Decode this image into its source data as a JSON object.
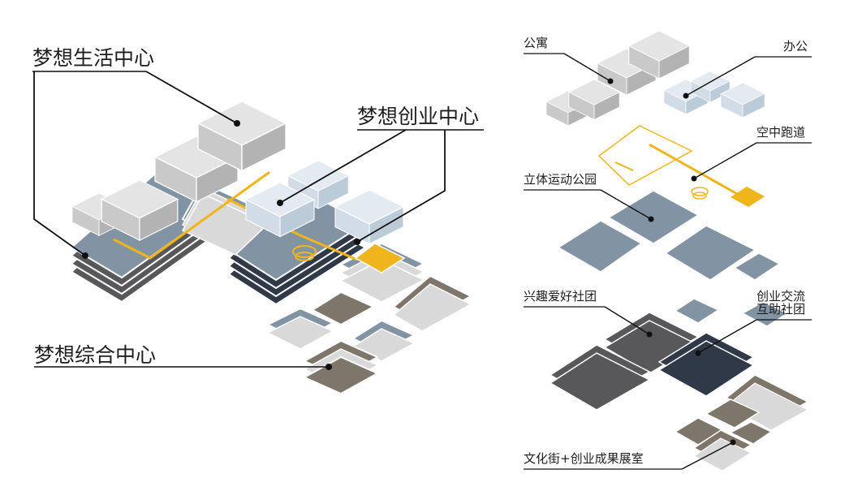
{
  "labels": {
    "dream_life_center": "梦想生活中心",
    "dream_startup_center": "梦想创业中心",
    "dream_complex_center": "梦想综合中心",
    "apartment": "公寓",
    "office": "办公",
    "sky_track": "空中跑道",
    "sports_park": "立体运动公园",
    "interest_club": "兴趣爱好社团",
    "startup_exchange": "创业交流",
    "mutual_aid_club": "互助社团",
    "culture_street": "文化街+创业成果展室"
  },
  "colors": {
    "grey_mass": "#cfcfcf",
    "blue_mass": "#d5dfe8",
    "slate_plate": "#8294a4",
    "dark_plate": "#2f3947",
    "charcoal_plate": "#58585a",
    "taupe_plate": "#7f766b",
    "accent_yellow": "#f0b51c"
  }
}
